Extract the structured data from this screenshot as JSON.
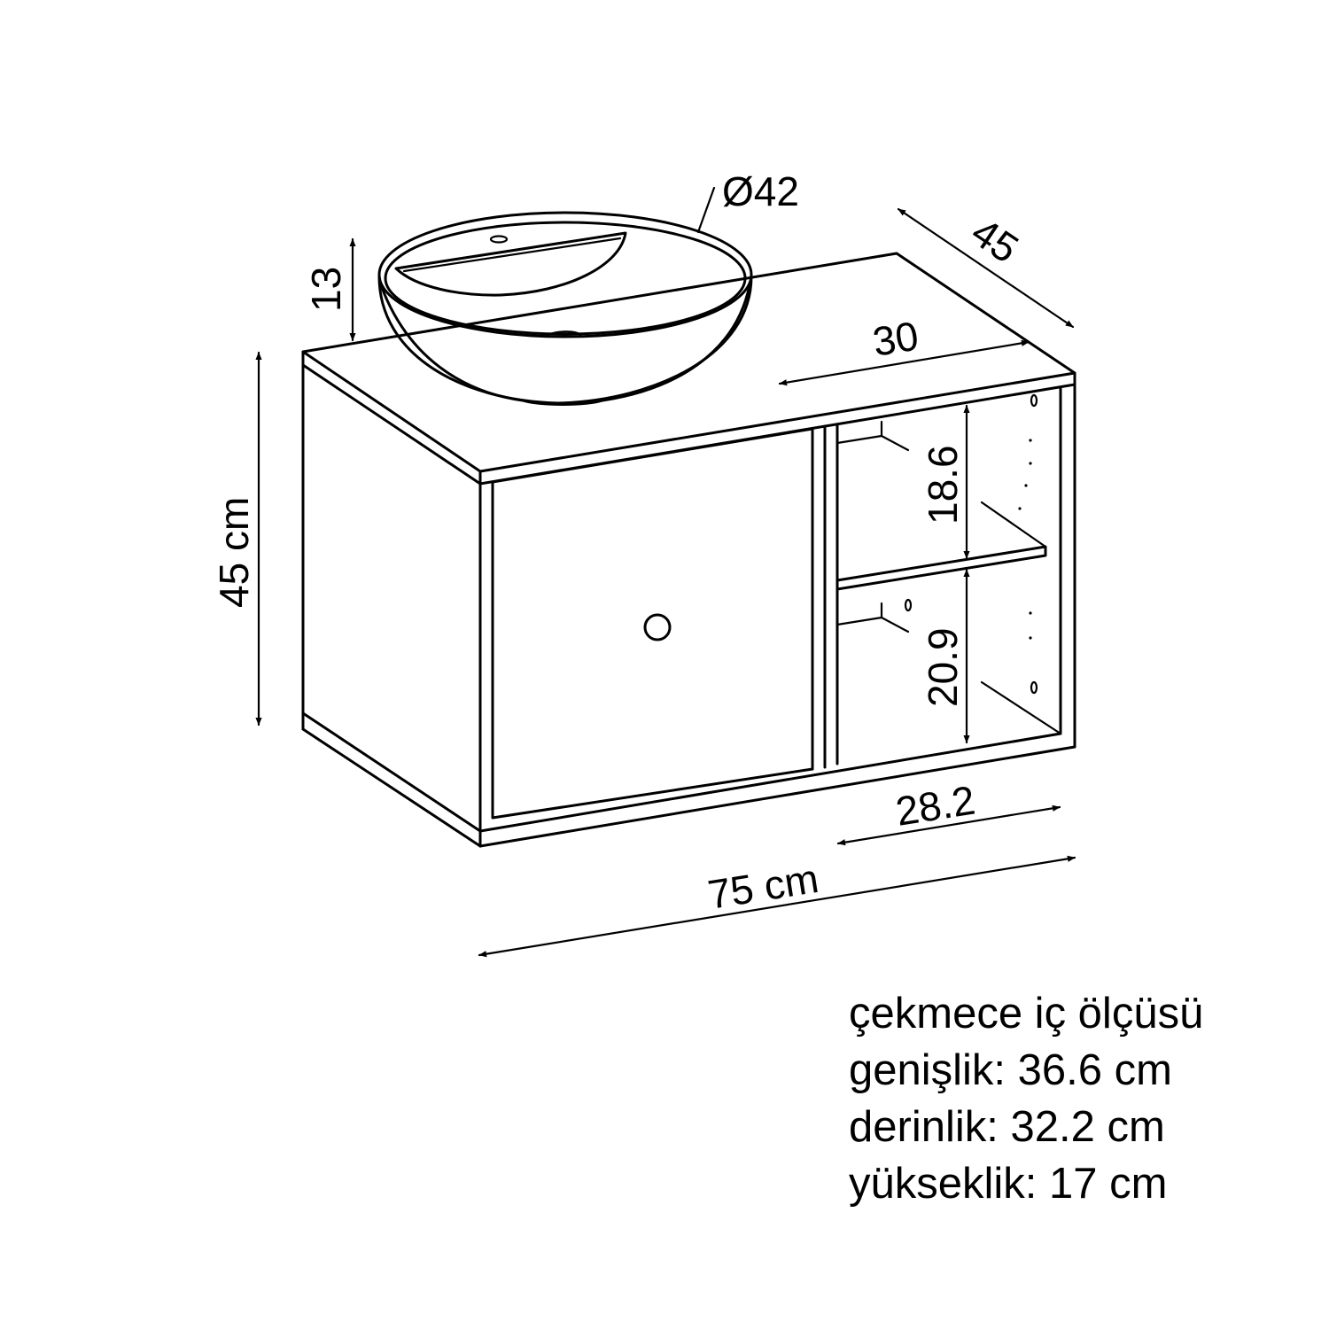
{
  "dimensions": {
    "basin_diameter": "Ø42",
    "basin_height": "13",
    "depth": "45",
    "shelf_width_top": "30",
    "upper_shelf_height": "18.6",
    "lower_shelf_height": "20.9",
    "shelf_width_bottom": "28.2",
    "total_height": "45 cm",
    "total_width": "75 cm"
  },
  "notes": {
    "title": "çekmece iç ölçüsü",
    "width": "genişlik: 36.6 cm",
    "depth": "derinlik: 32.2 cm",
    "height": "yükseklik: 17 cm"
  }
}
